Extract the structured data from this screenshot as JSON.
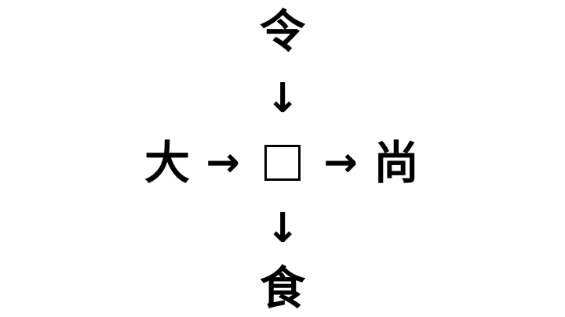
{
  "puzzle": {
    "top": "令",
    "left": "大",
    "right": "尚",
    "bottom": "食",
    "arrow_down": "↓",
    "arrow_right": "→",
    "colors": {
      "background": "#ffffff",
      "text": "#000000"
    }
  }
}
